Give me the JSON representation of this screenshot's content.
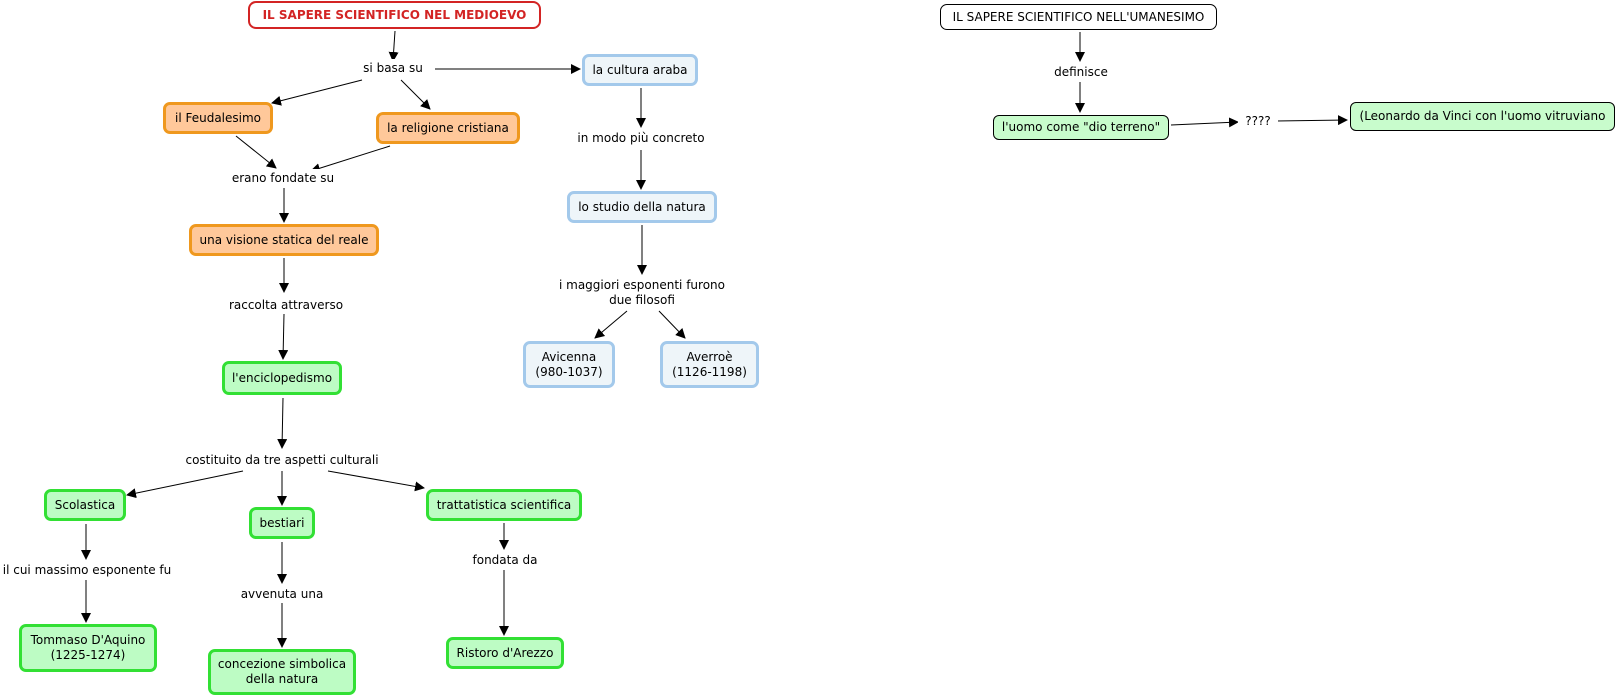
{
  "colors": {
    "title_medioevo": "#d32424",
    "orange_fill": "#ffc89a",
    "orange_border": "#ef981e",
    "blue_fill": "#eef5f9",
    "blue_border": "#a3c9eb",
    "green_fill": "#bdfcc4",
    "green_border": "#32e034",
    "lightgreen_fill": "#c8fccc",
    "edge": "#000000"
  },
  "map": {
    "title_medioevo": "IL SAPERE SCIENTIFICO NEL MEDIOEVO",
    "si_basa_su": "si basa su",
    "feudalesimo": "il Feudalesimo",
    "religione": "la religione cristiana",
    "cultura_araba": "la cultura araba",
    "erano_fondate": "erano fondate su",
    "visione": "una visione statica del reale",
    "raccolta": "raccolta attraverso",
    "enciclopedismo": "l'enciclopedismo",
    "costituito": "costituito da tre aspetti culturali",
    "scolastica": "Scolastica",
    "bestiari": "bestiari",
    "trattatistica": "trattatistica scientifica",
    "massimo_esponente": "il cui massimo esponente fu",
    "avvenuta": "avvenuta una",
    "fondata_da": "fondata da",
    "tommaso": "Tommaso D'Aquino\n(1225-1274)",
    "concezione": "concezione simbolica\ndella natura",
    "ristoro": "Ristoro d'Arezzo",
    "in_modo": "in modo più concreto",
    "studio": "lo studio della natura",
    "maggiori": "i maggiori esponenti furono\ndue filosofi",
    "avicenna": "Avicenna\n(980-1037)",
    "averroe": "Averroè\n(1126-1198)",
    "title_umanesimo": "IL SAPERE SCIENTIFICO NELL'UMANESIMO",
    "definisce": "definisce",
    "uomo": "l'uomo come \"dio terreno\"",
    "qqqq": "????",
    "leonardo": "(Leonardo da Vinci con l'uomo vitruviano"
  }
}
